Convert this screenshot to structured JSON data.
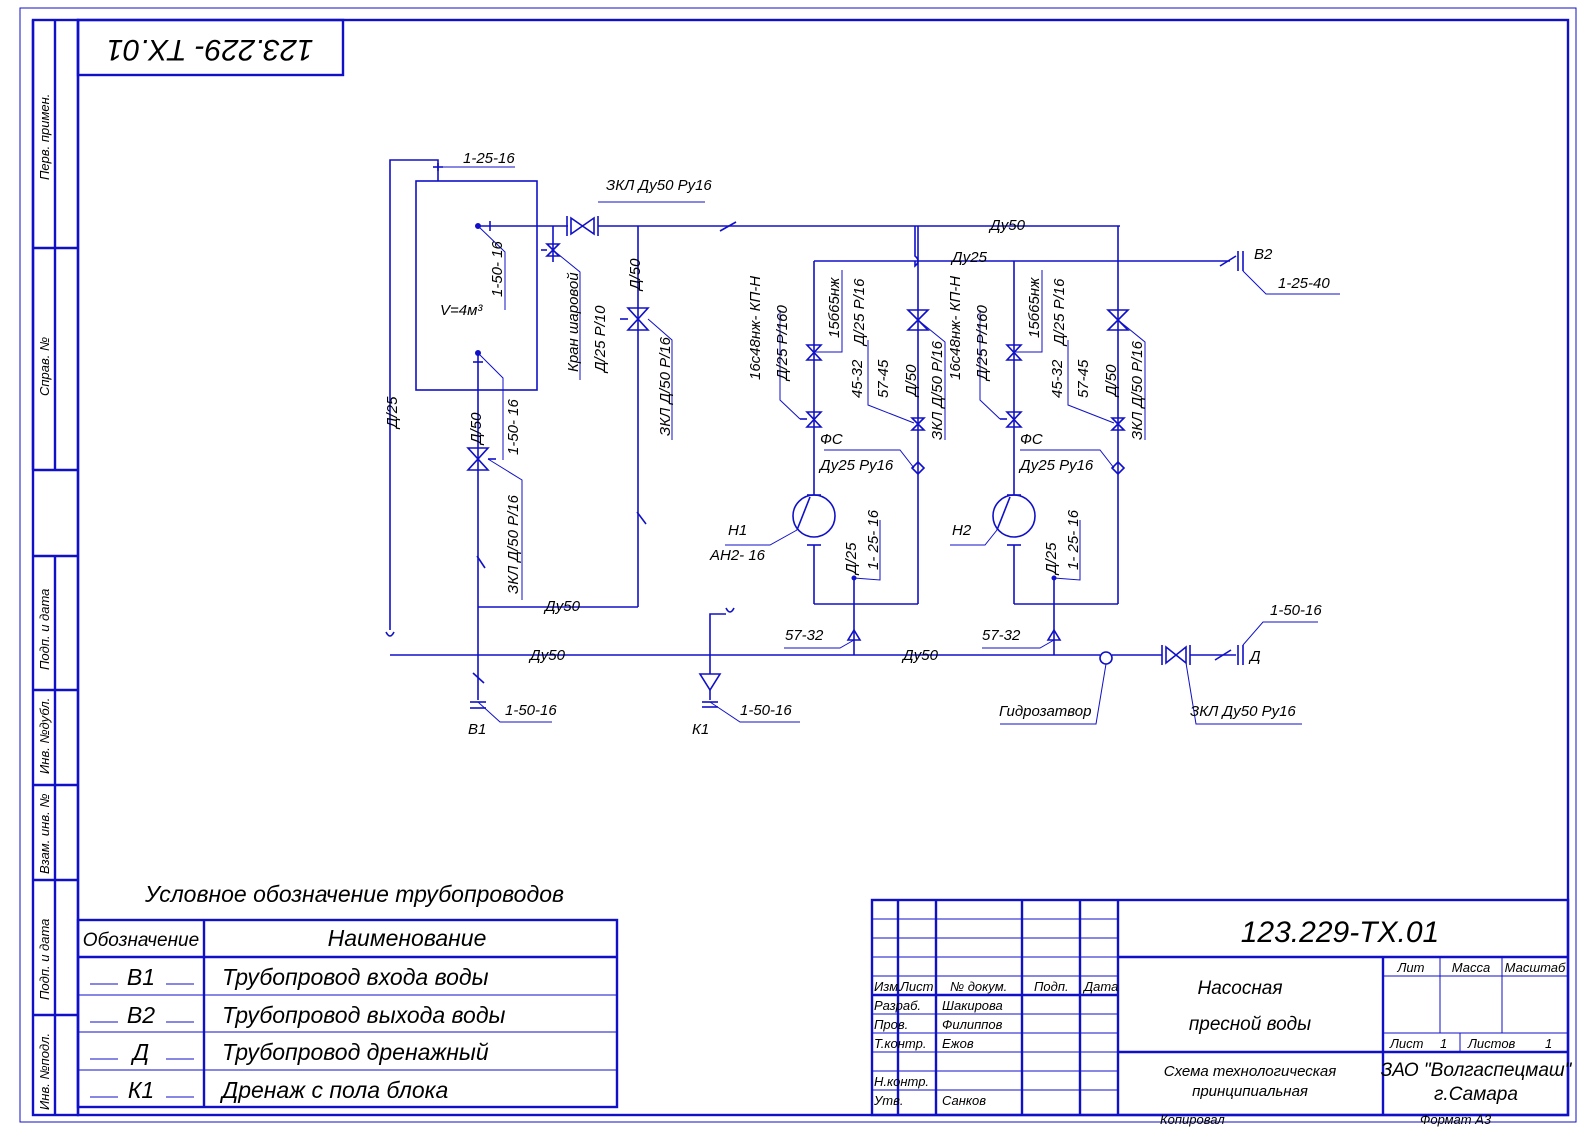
{
  "stamp_top": "123.229- TX.01",
  "side_labels": [
    "Перв. примен.",
    "Справ. №",
    "Подп. и дата",
    "Инв. №дубл.",
    "Взам. инв. №",
    "Подп. и дата",
    "Инв. №подл."
  ],
  "diagram": {
    "tank_volume": "V=4м³",
    "tank_top_fitting": "1-25-16",
    "tank_fitting_1": "1-50- 16",
    "tank_fitting_2": "1-50- 16",
    "valve_top": "ЗКЛ Ду50 Ру16",
    "ball_valve_1": "Кран шаровой",
    "ball_valve_2": "Д/25 Р/10",
    "riser_left": "Д/25",
    "riser_d50": "Д/50",
    "riser_valve": "ЗКЛ Д/50 Р/16",
    "drain_valve_d50": "Д/50",
    "drain_valve": "ЗКЛ Д/50 Р/16",
    "main_top": "Ду50",
    "main_mid": "Ду25",
    "b2_label": "В2",
    "b2_fitting": "1-25-40",
    "pump_a": {
      "valve_code": "16с48нж- КП-Н",
      "valve_param": "Д/25 Р/160",
      "valve2_code": "15б65нж",
      "valve2_param": "Д/25 Р/16",
      "code_45": "45-32",
      "code_57": "57-45",
      "d50": "Д/50",
      "zkl": "ЗКЛ Д/50 Р/16",
      "fs": "ФС",
      "du25": "Ду25 Ру16",
      "pump_id": "Н1",
      "pump_model": "АН2- 16",
      "out_d25": "Д/25",
      "out_code": "1- 25- 16",
      "tee": "57-32"
    },
    "pump_b": {
      "valve_code": "16с48нж- КП-Н",
      "valve_param": "Д/25 Р/160",
      "valve2_code": "15б65нж",
      "valve2_param": "Д/25 Р/16",
      "code_45": "45-32",
      "code_57": "57-45",
      "d50": "Д/50",
      "zkl": "ЗКЛ Д/50 Р/16",
      "fs": "ФС",
      "du25": "Ду25 Ру16",
      "pump_id": "Н2",
      "out_d25": "Д/25",
      "out_code": "1- 25- 16",
      "tee": "57-32"
    },
    "du50_left": "Ду50",
    "du50_bottom_1": "Ду50",
    "du50_bottom_2": "Ду50",
    "b1_label": "В1",
    "b1_fitting": "1-50-16",
    "k1_label": "К1",
    "k1_fitting": "1-50-16",
    "water_seal": "Гидрозатвор",
    "valve_bottom": "ЗКЛ Ду50 Ру16",
    "d_label": "Д",
    "d_fitting": "1-50-16"
  },
  "legend": {
    "title": "Условное   обозначение  трубопроводов",
    "col_code": "Обозначение",
    "col_name": "Наименование",
    "rows": [
      {
        "code": "В1",
        "name": "Трубопровод входа воды"
      },
      {
        "code": "В2",
        "name": "Трубопровод выхода воды"
      },
      {
        "code": "Д",
        "name": "Трубопровод дренажный"
      },
      {
        "code": "К1",
        "name": "Дренаж с пола блока"
      }
    ]
  },
  "titleblock": {
    "doc_number": "123.229-ТХ.01",
    "name_line1": "Насосная",
    "name_line2": "пресной воды",
    "scheme_line1": "Схема технологическая",
    "scheme_line2": "принципиальная",
    "col_izm": "Изм.",
    "col_list": "Лист",
    "col_doc": "№ докум.",
    "col_podp": "Подп.",
    "col_data": "Дата",
    "razrab": "Разраб.",
    "razrab_name": "Шакирова",
    "prov": "Пров.",
    "prov_name": "Филиппов",
    "tkontr": "Т.контр.",
    "tkontr_name": "Ежов",
    "nkontr": "Н.контр.",
    "utv": "Утв.",
    "utv_name": "Санков",
    "lit": "Лит",
    "massa": "Масса",
    "masshtab": "Масштаб",
    "list_label": "Лист",
    "list_value": "1",
    "listov_label": "Листов",
    "listov_value": "1",
    "org_line1": "ЗАО \"Волгаспецмаш\"",
    "org_line2": "г.Самара",
    "kopiroval": "Копировал",
    "format": "Формат   А3"
  }
}
